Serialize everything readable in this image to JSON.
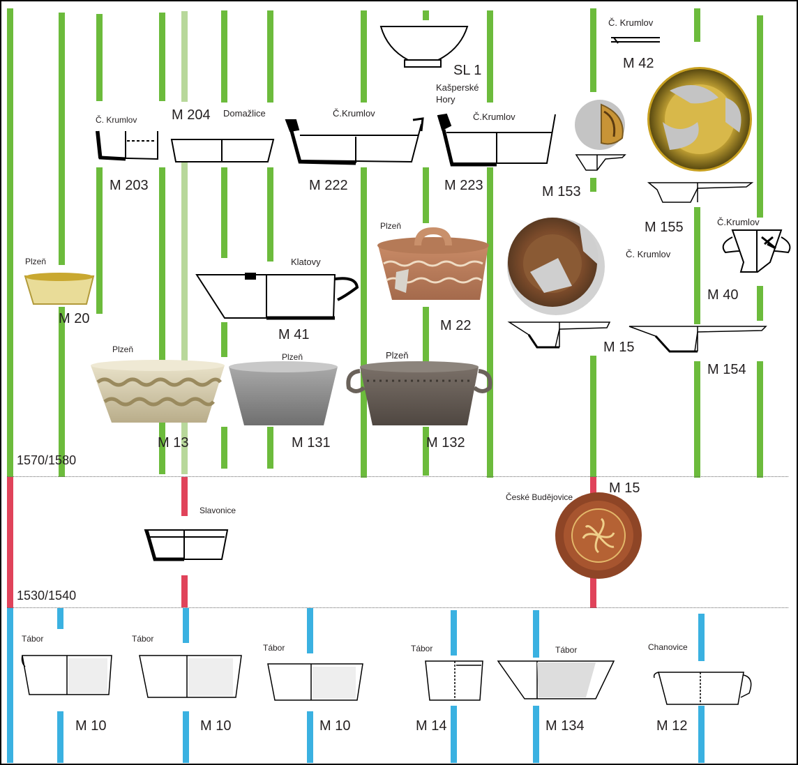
{
  "periods": {
    "top": "1570/1580",
    "middle": "1530/1540"
  },
  "colors": {
    "period_1570": "#6cbb3c",
    "period_1570_light": "#b8d89b",
    "period_1530": "#e0435a",
    "period_early": "#3ab1e1"
  },
  "labels": {
    "sl1": "SL 1",
    "kasperske": "Kašperské",
    "hory": "Hory",
    "krumlov_m42": "Č. Krumlov",
    "m42": "M 42",
    "krumlov_m203": "Č. Krumlov",
    "m204": "M 204",
    "domazlice": "Domažlice",
    "krumlov_m222": "Č.Krumlov",
    "krumlov_m223": "Č.Krumlov",
    "m203": "M 203",
    "m222": "M 222",
    "m223": "M 223",
    "m153": "M 153",
    "m155": "M 155",
    "krumlov_m40": "Č.Krumlov",
    "plzen_m22": "Plzeň",
    "krumlov_m15": "Č. Krumlov",
    "plzen_m20": "Plzeň",
    "m20": "M 20",
    "klatovy": "Klatovy",
    "m41": "M 41",
    "m22": "M 22",
    "m40": "M 40",
    "m15_top": "M 15",
    "m154": "M 154",
    "plzen_m13": "Plzeň",
    "plzen_m131": "Plzeň",
    "plzen_m132": "Plzeň",
    "m13": "M 13",
    "m131": "M 131",
    "m132": "M 132",
    "m15_mid": "M 15",
    "ceske_budejovice": "České Budějovice",
    "slavonice": "Slavonice",
    "tabor_1": "Tábor",
    "tabor_2": "Tábor",
    "tabor_3": "Tábor",
    "tabor_4": "Tábor",
    "tabor_5": "Tábor",
    "chanovice": "Chanovice",
    "m10_a": "M 10",
    "m10_b": "M 10",
    "m10_c": "M 10",
    "m14": "M 14",
    "m134": "M 134",
    "m12": "M 12"
  }
}
